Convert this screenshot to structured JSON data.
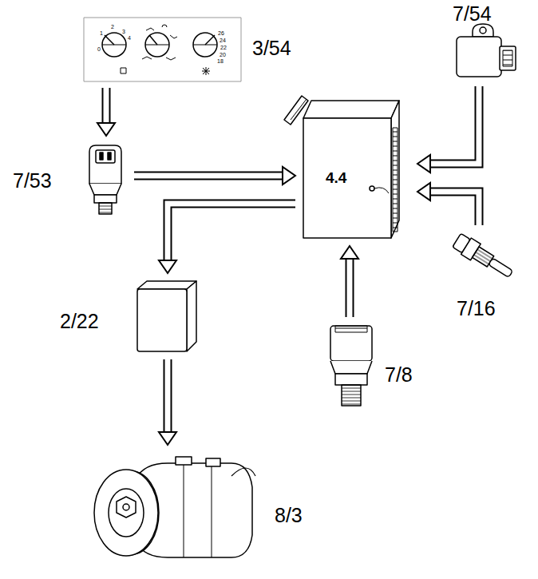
{
  "diagram": {
    "nodes": [
      {
        "text": [
          "3/54"
        ]
      },
      {
        "text": [
          "7/53"
        ]
      },
      {
        "text": [
          "4.4"
        ]
      },
      {
        "text": [
          "7/54"
        ]
      },
      {
        "text": [
          "7/16"
        ]
      },
      {
        "text": [
          "2/22"
        ]
      },
      {
        "text": [
          "7/8"
        ]
      },
      {
        "text": [
          "8/3"
        ]
      }
    ],
    "edges": [
      {
        "from": 0,
        "to": 1,
        "arrow": "to"
      },
      {
        "from": 1,
        "to": 2,
        "arrow": "to"
      },
      {
        "from": 2,
        "to": 5,
        "arrow": "to"
      },
      {
        "from": 3,
        "to": 2,
        "arrow": "to"
      },
      {
        "from": 4,
        "to": 2,
        "arrow": "to"
      },
      {
        "from": 6,
        "to": 2,
        "arrow": "to"
      },
      {
        "from": 5,
        "to": 7,
        "arrow": "to"
      }
    ],
    "labels": [
      "0",
      "1",
      "2",
      "3",
      "4",
      "26",
      "24",
      "22",
      "20",
      "18"
    ]
  }
}
